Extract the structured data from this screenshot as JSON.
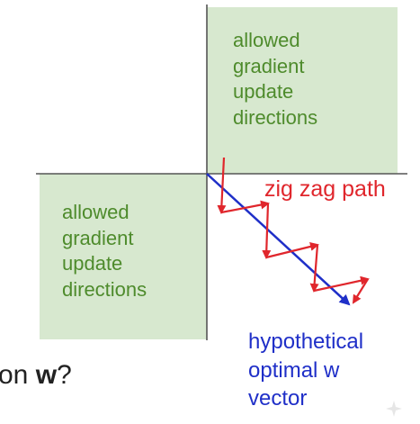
{
  "regions": {
    "top_right_label": "allowed\ngradient\nupdate\ndirections",
    "bottom_left_label": "allowed\ngradient\nupdate\ndirections"
  },
  "annotations": {
    "zigzag_label": "zig zag path",
    "vector_label": "hypothetical\noptimal w\nvector"
  },
  "question": {
    "prefix": "on ",
    "bold": "w",
    "suffix": "?"
  },
  "colors": {
    "region_fill": "#d7e8cf",
    "region_text": "#4e8b2c",
    "zigzag": "#e0262c",
    "optimal_vector": "#1f2fc8",
    "axes": "#555555"
  },
  "icons": {
    "corner_mark": "sparkle-icon"
  }
}
